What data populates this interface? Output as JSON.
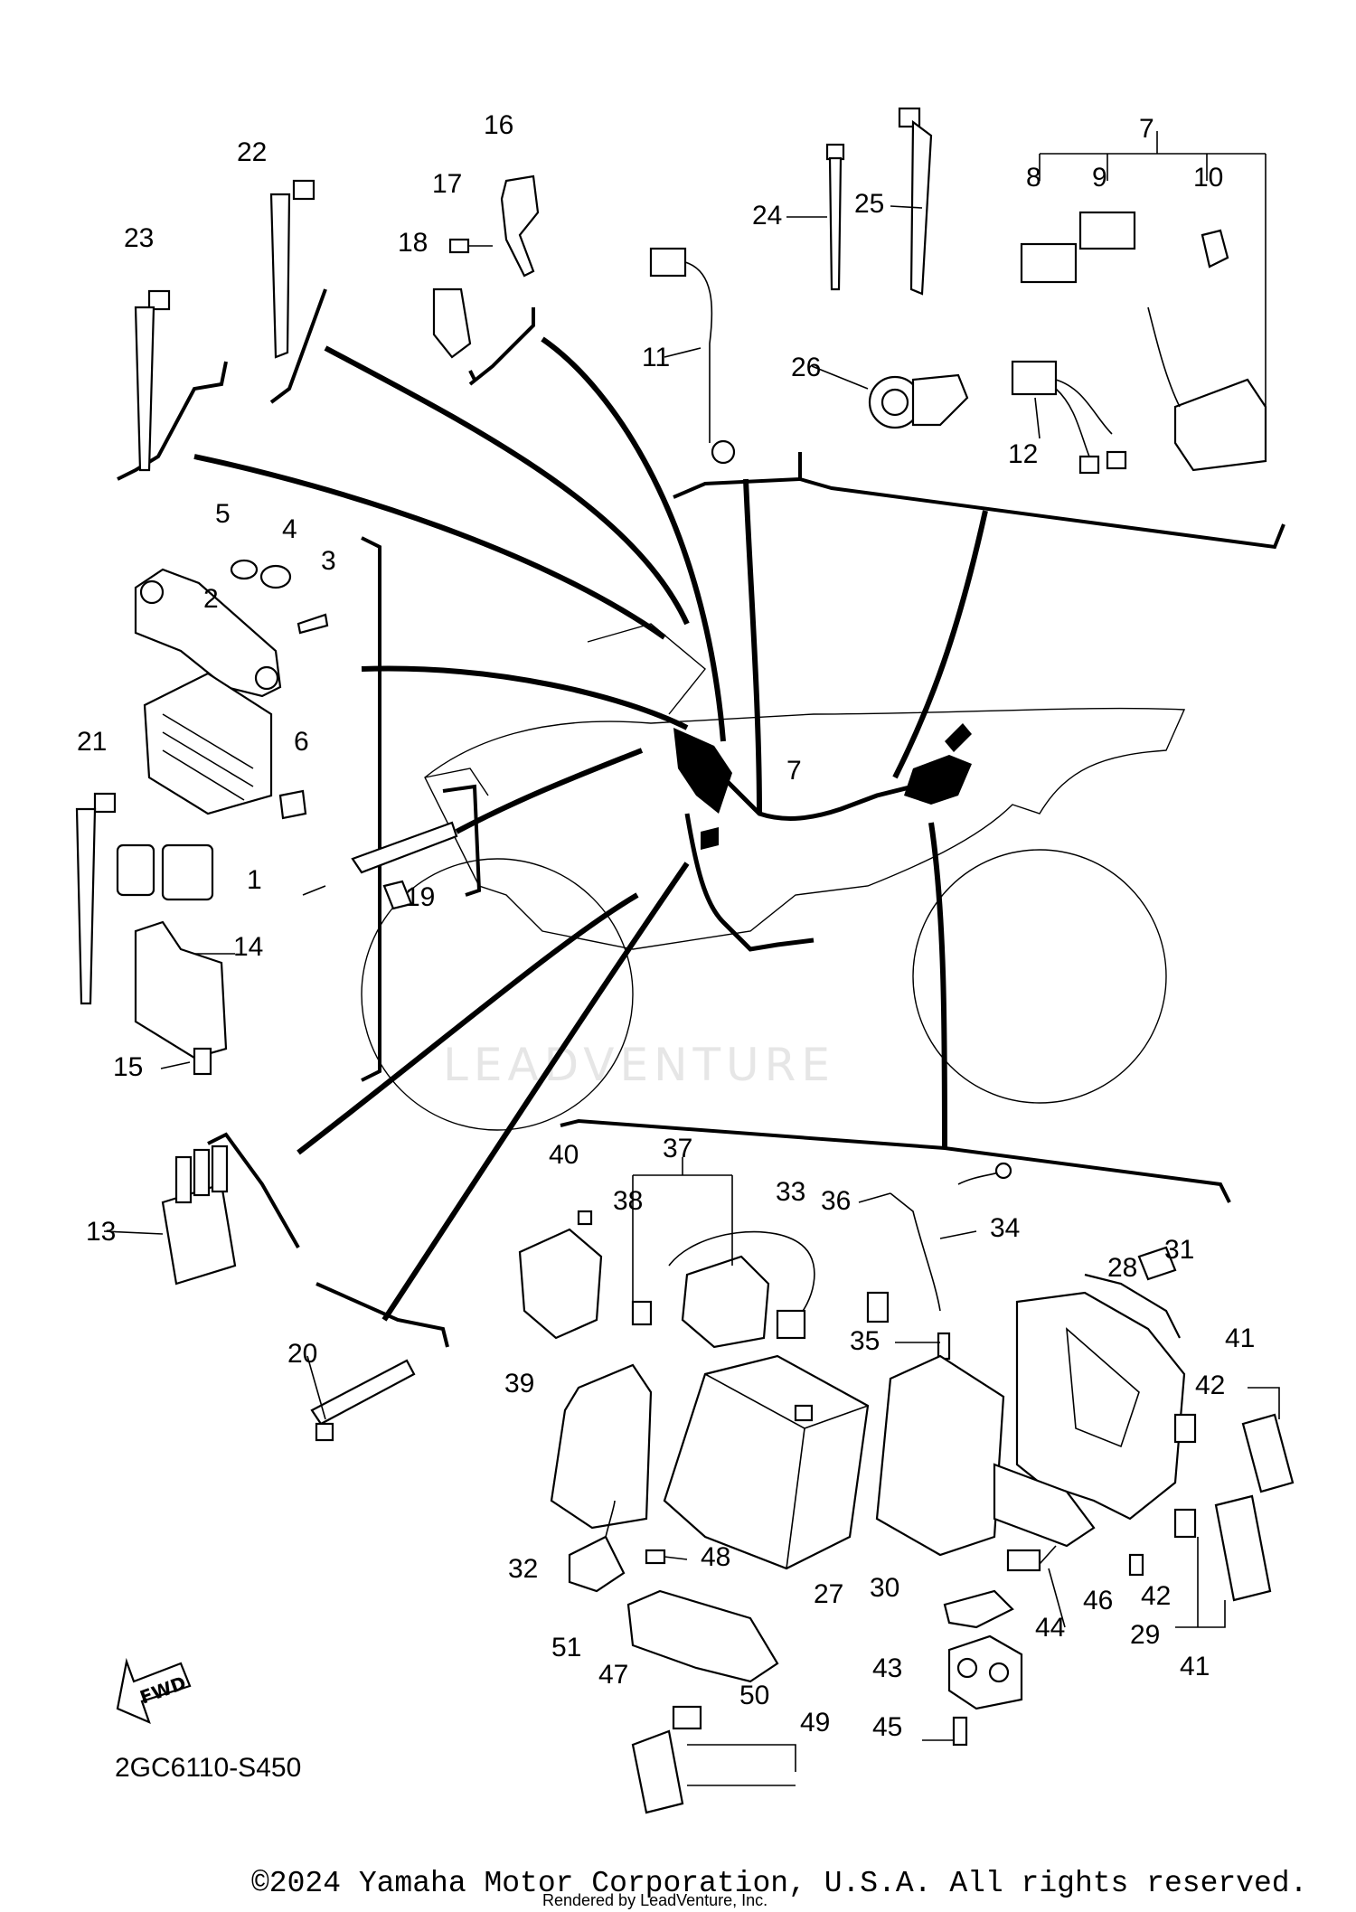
{
  "diagram": {
    "code": "2GC6110-S450",
    "fwd_label": "FWD",
    "watermark": "LEADVENTURE",
    "copyright": "©2024 Yamaha Motor Corporation, U.S.A. All rights reserved.",
    "rendered_by": "Rendered by LeadVenture, Inc.",
    "callouts": [
      "1",
      "2",
      "3",
      "4",
      "5",
      "6",
      "7",
      "7",
      "8",
      "9",
      "10",
      "11",
      "12",
      "13",
      "14",
      "15",
      "16",
      "17",
      "18",
      "19",
      "20",
      "21",
      "22",
      "23",
      "24",
      "25",
      "26",
      "27",
      "28",
      "29",
      "30",
      "31",
      "32",
      "33",
      "34",
      "35",
      "36",
      "37",
      "38",
      "39",
      "40",
      "41",
      "41",
      "42",
      "42",
      "43",
      "44",
      "45",
      "46",
      "47",
      "48",
      "49",
      "50",
      "51"
    ]
  }
}
